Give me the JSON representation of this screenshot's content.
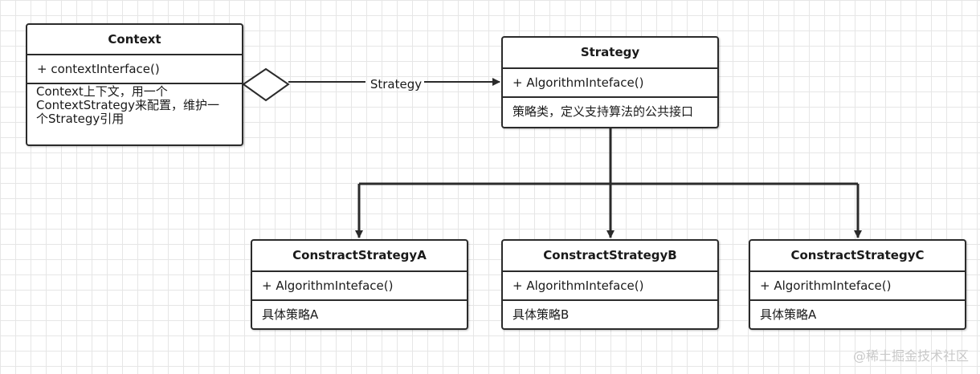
{
  "context": {
    "name": "Context",
    "operation": "+ contextInterface()",
    "note_lines": [
      "Context上下文，用一个",
      "ContextStrategy来配置，维护一",
      "个Strategy引用"
    ]
  },
  "association_label": "Strategy",
  "strategy": {
    "name": "Strategy",
    "operation": "+ AlgorithmInteface()",
    "note": "策略类，定义支持算法的公共接口"
  },
  "concrete_a": {
    "name": "ConstractStrategyA",
    "operation": "+ AlgorithmInteface()",
    "note": "具体策略A"
  },
  "concrete_b": {
    "name": "ConstractStrategyB",
    "operation": "+ AlgorithmInteface()",
    "note": "具体策略B"
  },
  "concrete_c": {
    "name": "ConstractStrategyC",
    "operation": "+ AlgorithmInteface()",
    "note": "具体策略A"
  },
  "watermark": "@稀土掘金技术社区"
}
